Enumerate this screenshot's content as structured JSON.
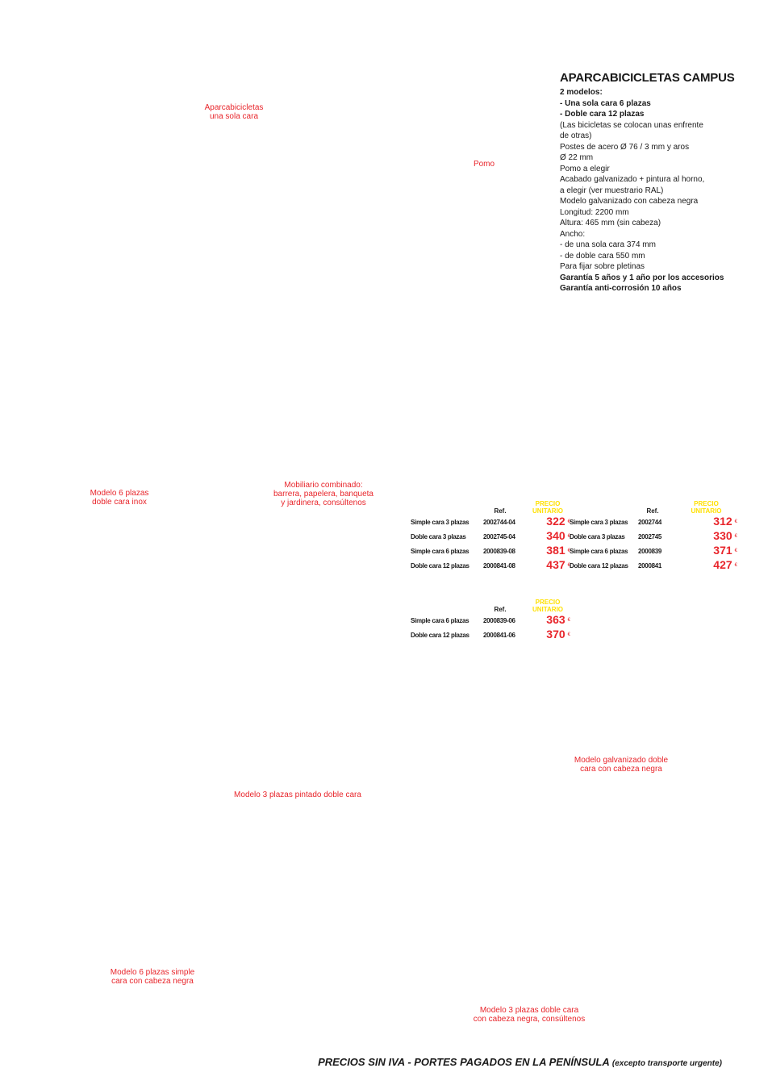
{
  "captions": {
    "una_sola_cara": "Aparcabicicletas\nuna sola cara",
    "pomo": "Pomo",
    "modelo_6_inox": "Modelo 6 plazas\ndoble cara inox",
    "mobiliario": "Mobiliario combinado:\nbarrera, papelera, banqueta\ny jardinera, consúltenos",
    "galvanizado": "Modelo galvanizado doble\ncara con cabeza negra",
    "modelo_3_pintado": "Modelo 3 plazas pintado doble cara",
    "modelo_6_simple": "Modelo 6 plazas simple\ncara con cabeza negra",
    "modelo_3_doble": "Modelo 3 plazas doble cara\ncon cabeza negra, consúltenos"
  },
  "product": {
    "title": "APARCABICICLETAS CAMPUS",
    "lines": [
      {
        "text": "2 modelos:",
        "bold": true
      },
      {
        "text": "- Una sola cara 6 plazas",
        "bold": true
      },
      {
        "text": "- Doble cara 12 plazas",
        "bold": true
      },
      {
        "text": "(Las bicicletas se colocan unas enfrente",
        "bold": false
      },
      {
        "text": "de otras)",
        "bold": false
      },
      {
        "text": "Postes de acero Ø 76 / 3 mm y aros",
        "bold": false
      },
      {
        "text": "Ø 22 mm",
        "bold": false
      },
      {
        "text": "Pomo a elegir",
        "bold": false
      },
      {
        "text": "Acabado galvanizado + pintura al horno,",
        "bold": false
      },
      {
        "text": "a elegir (ver muestrario RAL)",
        "bold": false
      },
      {
        "text": "Modelo galvanizado con cabeza negra",
        "bold": false
      },
      {
        "text": "Longitud: 2200 mm",
        "bold": false
      },
      {
        "text": "Altura: 465 mm (sin cabeza)",
        "bold": false
      },
      {
        "text": "Ancho:",
        "bold": false
      },
      {
        "text": "- de una sola cara 374 mm",
        "bold": false
      },
      {
        "text": "- de doble cara 550 mm",
        "bold": false
      },
      {
        "text": "Para fijar sobre pletinas",
        "bold": false
      },
      {
        "text": "Garantía 5 años y 1 año por los accesorios",
        "bold": true
      },
      {
        "text": "Garantía anti-corrosión 10 años",
        "bold": true
      }
    ]
  },
  "price_tables": {
    "header_ref": "Ref.",
    "header_price": "PRECIO\nUNITARIO",
    "currency": "€",
    "table1": {
      "rows": [
        {
          "desc": "Simple cara 3 plazas",
          "ref": "2002744-04",
          "price": "322"
        },
        {
          "desc": "Doble cara 3 plazas",
          "ref": "2002745-04",
          "price": "340"
        },
        {
          "desc": "Simple cara 6 plazas",
          "ref": "2000839-08",
          "price": "381"
        },
        {
          "desc": "Doble cara 12 plazas",
          "ref": "2000841-08",
          "price": "437"
        }
      ]
    },
    "table2": {
      "rows": [
        {
          "desc": "Simple cara 3 plazas",
          "ref": "2002744",
          "price": "312"
        },
        {
          "desc": "Doble cara 3 plazas",
          "ref": "2002745",
          "price": "330"
        },
        {
          "desc": "Simple cara 6 plazas",
          "ref": "2000839",
          "price": "371"
        },
        {
          "desc": "Doble cara 12 plazas",
          "ref": "2000841",
          "price": "427"
        }
      ]
    },
    "table3": {
      "rows": [
        {
          "desc": "Simple cara 6 plazas",
          "ref": "2000839-06",
          "price": "363"
        },
        {
          "desc": "Doble cara 12 plazas",
          "ref": "2000841-06",
          "price": "370"
        }
      ]
    }
  },
  "footer": {
    "main": "PRECIOS SIN IVA - PORTES PAGADOS EN LA PENÍNSULA",
    "note": "(excepto transporte urgente)"
  },
  "colors": {
    "accent_red": "#e8252b",
    "price_header_yellow": "#ffe000",
    "text": "#1a1a1a"
  }
}
